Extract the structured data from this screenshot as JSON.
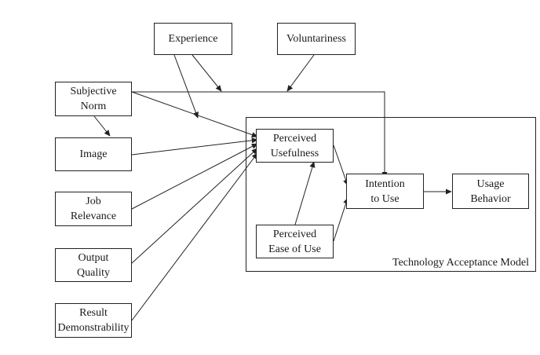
{
  "diagram": {
    "frame_label": "Technology Acceptance Model",
    "nodes": {
      "experience": "Experience",
      "voluntariness": "Voluntariness",
      "subjective_norm": "Subjective\nNorm",
      "image": "Image",
      "job_relevance": "Job\nRelevance",
      "output_quality": "Output\nQuality",
      "result_demonstrability": "Result\nDemonstrability",
      "perceived_usefulness": "Perceived\nUsefulness",
      "perceived_ease_of_use": "Perceived\nEase of Use",
      "intention_to_use": "Intention\nto Use",
      "usage_behavior": "Usage\nBehavior"
    },
    "colors": {
      "line": "#222222",
      "background": "#ffffff"
    }
  }
}
